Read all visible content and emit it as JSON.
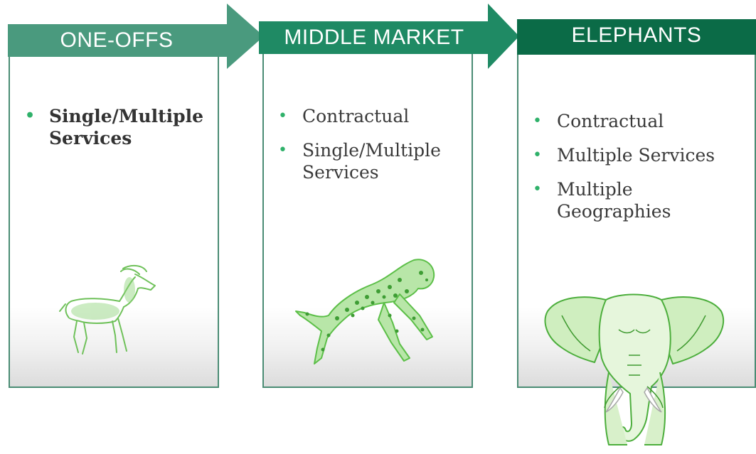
{
  "stages": [
    {
      "title": "ONE-OFFS",
      "bullets": [
        "Single/Multiple Services"
      ],
      "animal_icon": "gazelle-icon",
      "banner_color": "#4a9a7e"
    },
    {
      "title": "MIDDLE MARKET",
      "bullets": [
        "Contractual",
        "Single/Multiple Services"
      ],
      "animal_icon": "cheetah-icon",
      "banner_color": "#1f8a64"
    },
    {
      "title": "ELEPHANTS",
      "bullets": [
        "Contractual",
        "Multiple Services",
        "Multiple Geographies"
      ],
      "animal_icon": "elephant-icon",
      "banner_color": "#0b6b47"
    }
  ],
  "colors": {
    "border": "#4a8c74",
    "bullet": "#2fb16a",
    "animal": "#5cc04a"
  }
}
